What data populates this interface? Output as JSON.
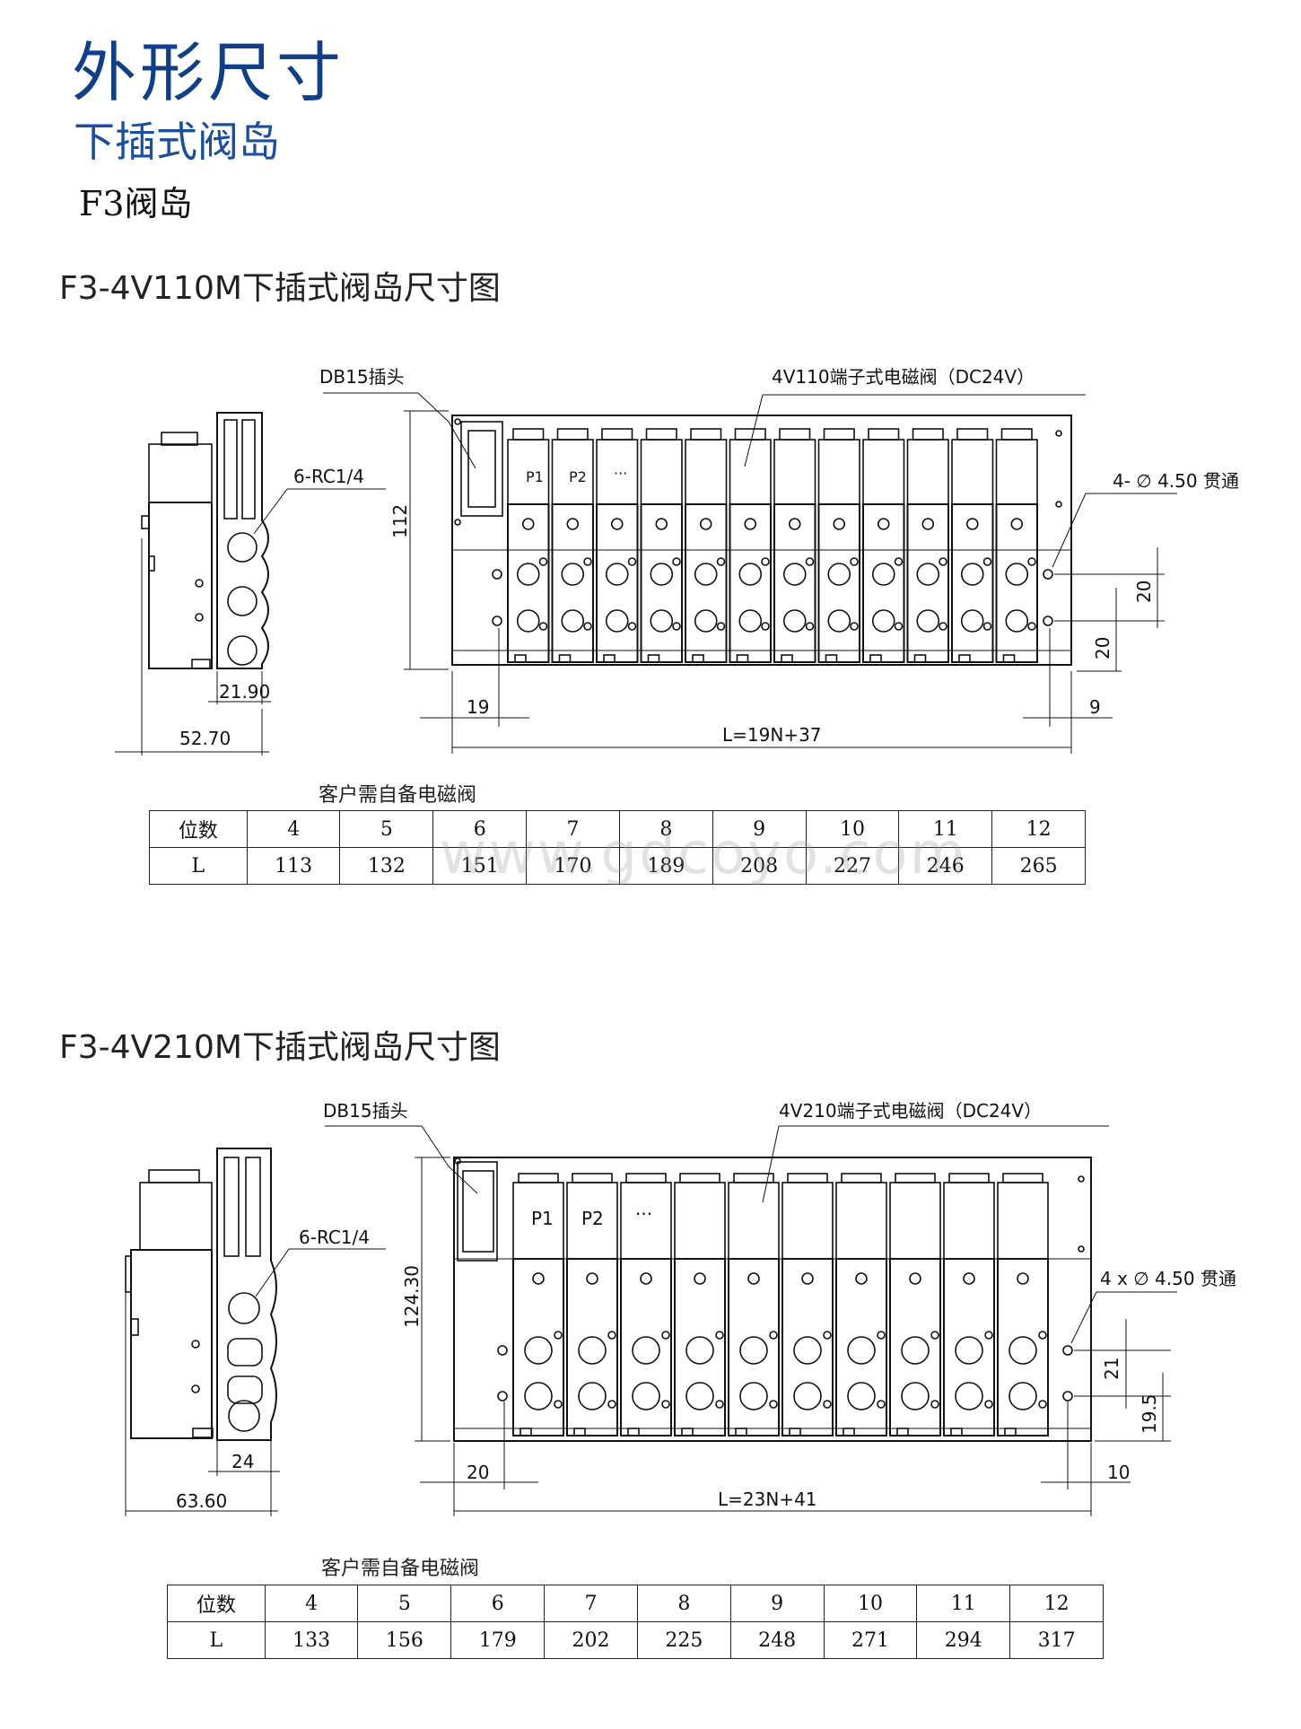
{
  "header": {
    "title": "外形尺寸",
    "subtitle": "下插式阀岛",
    "model": "F3阀岛"
  },
  "watermark": "www.gdcoyo.com",
  "d1": {
    "title": "F3-4V110M下插式阀岛尺寸图",
    "connector": "DB15插头",
    "valve": "4V110端子式电磁阀（DC24V）",
    "port": "6-RC1/4",
    "hole": "4- ∅ 4.50 贯通",
    "p1": "P1",
    "p2": "P2",
    "dots": "···",
    "height": "112",
    "w1": "21.90",
    "w2": "52.70",
    "left_off": "19",
    "right_off": "9",
    "v1": "20",
    "v2": "20",
    "length": "L=19N+37",
    "caption": "客户需自备电磁阀",
    "table": {
      "h1": "位数",
      "h2": "L",
      "counts": [
        "4",
        "5",
        "6",
        "7",
        "8",
        "9",
        "10",
        "11",
        "12"
      ],
      "lengths": [
        "113",
        "132",
        "151",
        "170",
        "189",
        "208",
        "227",
        "246",
        "265"
      ]
    }
  },
  "d2": {
    "title": "F3-4V210M下插式阀岛尺寸图",
    "connector": "DB15插头",
    "valve": "4V210端子式电磁阀（DC24V）",
    "port": "6-RC1/4",
    "hole": "4 x ∅ 4.50 贯通",
    "p1": "P1",
    "p2": "P2",
    "dots": "···",
    "height": "124.30",
    "w1": "24",
    "w2": "63.60",
    "left_off": "20",
    "right_off": "10",
    "v1": "21",
    "v2": "19.5",
    "length": "L=23N+41",
    "caption": "客户需自备电磁阀",
    "table": {
      "h1": "位数",
      "h2": "L",
      "counts": [
        "4",
        "5",
        "6",
        "7",
        "8",
        "9",
        "10",
        "11",
        "12"
      ],
      "lengths": [
        "133",
        "156",
        "179",
        "202",
        "225",
        "248",
        "271",
        "294",
        "317"
      ]
    }
  }
}
